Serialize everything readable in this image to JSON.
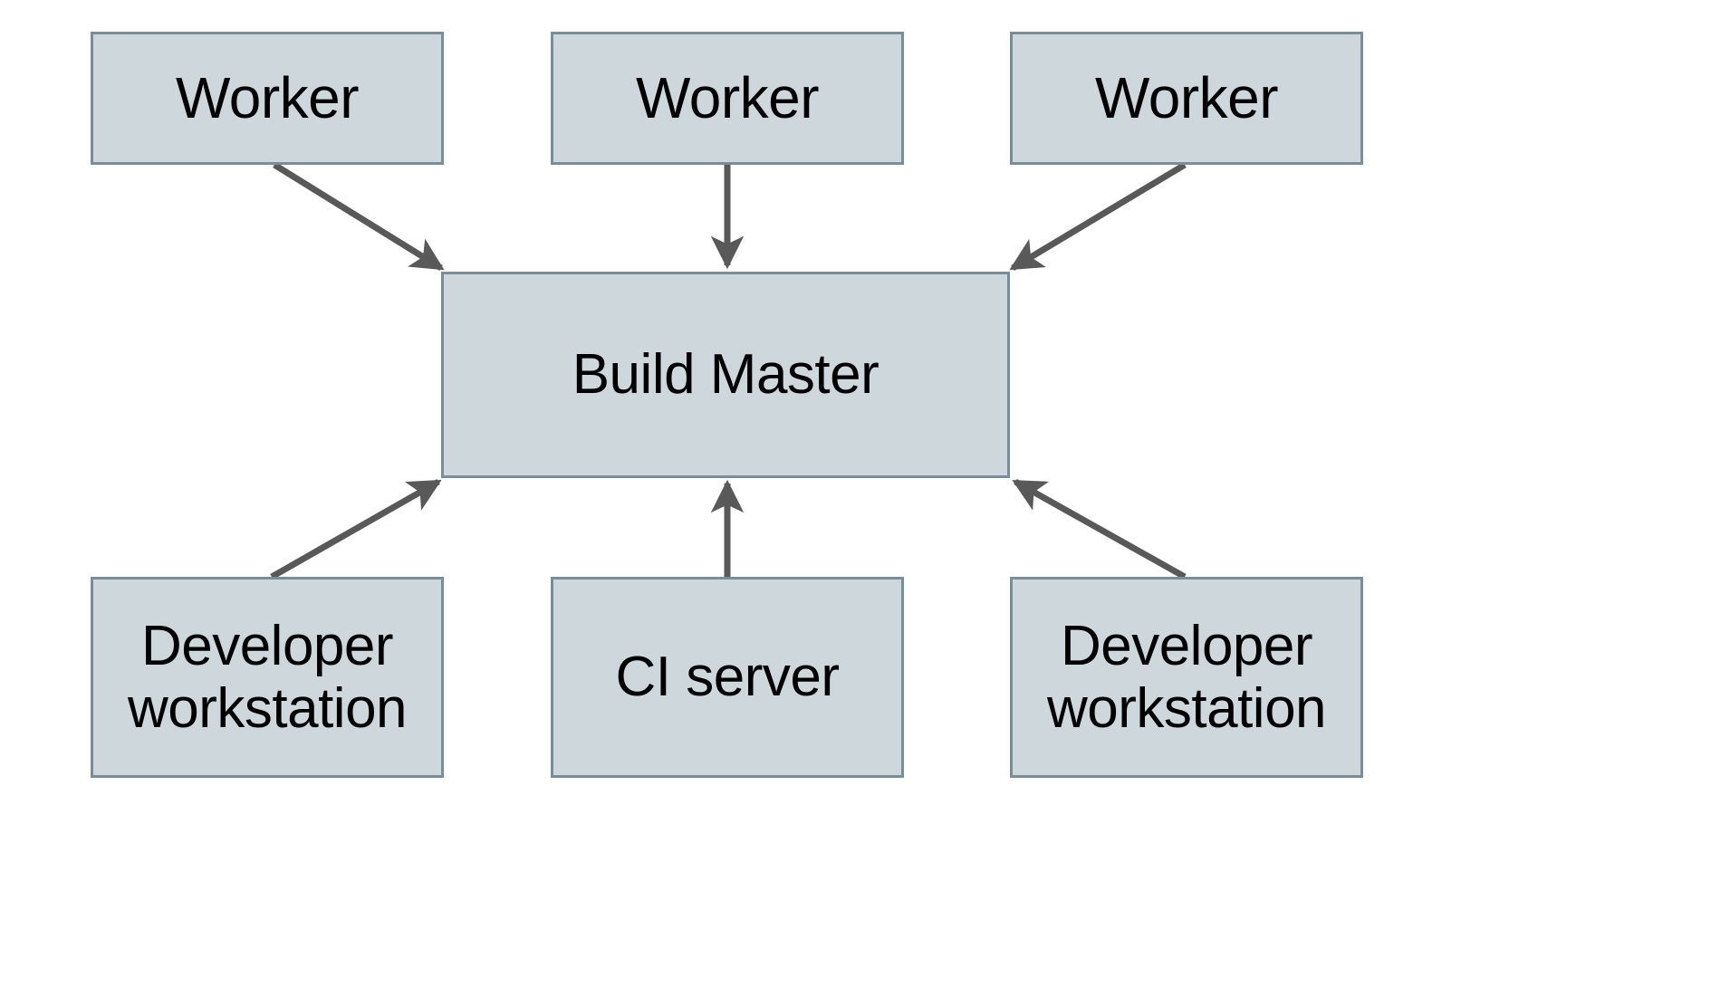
{
  "diagram": {
    "type": "block-architecture",
    "background_color": "#ffffff",
    "node_fill": "#ced8dc",
    "node_border": "#7a8e99",
    "arrow_color": "#595959",
    "text_color": "#000000",
    "nodes": [
      {
        "id": "worker-1",
        "label": "Worker",
        "row": "top"
      },
      {
        "id": "worker-2",
        "label": "Worker",
        "row": "top"
      },
      {
        "id": "worker-3",
        "label": "Worker",
        "row": "top"
      },
      {
        "id": "build-master",
        "label": "Build Master",
        "row": "middle"
      },
      {
        "id": "dev-ws-1",
        "label": "Developer\nworkstation",
        "row": "bottom"
      },
      {
        "id": "ci-server",
        "label": "CI server",
        "row": "bottom"
      },
      {
        "id": "dev-ws-2",
        "label": "Developer\nworkstation",
        "row": "bottom"
      }
    ],
    "edges": [
      {
        "from": "worker-1",
        "to": "build-master",
        "direction": "down-right"
      },
      {
        "from": "worker-2",
        "to": "build-master",
        "direction": "down"
      },
      {
        "from": "worker-3",
        "to": "build-master",
        "direction": "down-left"
      },
      {
        "from": "dev-ws-1",
        "to": "build-master",
        "direction": "up-right"
      },
      {
        "from": "ci-server",
        "to": "build-master",
        "direction": "up"
      },
      {
        "from": "dev-ws-2",
        "to": "build-master",
        "direction": "up-left"
      }
    ]
  }
}
